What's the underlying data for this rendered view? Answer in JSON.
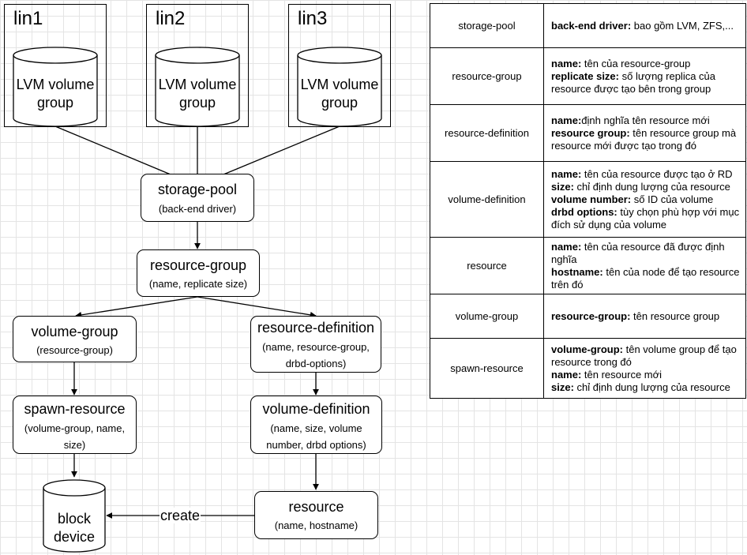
{
  "hosts": [
    {
      "name": "lin1",
      "vg": "LVM volume group"
    },
    {
      "name": "lin2",
      "vg": "LVM volume group"
    },
    {
      "name": "lin3",
      "vg": "LVM volume group"
    }
  ],
  "flow": {
    "storage_pool": {
      "title": "storage-pool",
      "sub": "(back-end driver)"
    },
    "resource_group": {
      "title": "resource-group",
      "sub": "(name, replicate size)"
    },
    "volume_group": {
      "title": "volume-group",
      "sub": "(resource-group)"
    },
    "resource_definition": {
      "title": "resource-definition",
      "sub1": "(name, resource-group,",
      "sub2": "drbd-options)"
    },
    "spawn_resource": {
      "title": "spawn-resource",
      "sub1": "(volume-group, name,",
      "sub2": "size)"
    },
    "volume_definition": {
      "title": "volume-definition",
      "sub1": "(name, size, volume",
      "sub2": "number, drbd options)"
    },
    "resource": {
      "title": "resource",
      "sub": "(name, hostname)"
    },
    "block_device": {
      "line1": "block",
      "line2": "device"
    },
    "create_label": "create"
  },
  "table": [
    {
      "key": "storage-pool",
      "lines": [
        {
          "b": "back-end driver:",
          "t": " bao gồm LVM, ZFS,..."
        }
      ]
    },
    {
      "key": "resource-group",
      "lines": [
        {
          "b": "name:",
          "t": " tên của resource-group"
        },
        {
          "b": "replicate size:",
          "t": " số lượng replica của resource được tạo bên trong group"
        }
      ]
    },
    {
      "key": "resource-definition",
      "lines": [
        {
          "b": "name:",
          "t": "định nghĩa tên resource mới"
        },
        {
          "b": "resource group:",
          "t": " tên resource group mà resource mới được tạo trong đó"
        }
      ]
    },
    {
      "key": "volume-definition",
      "lines": [
        {
          "b": "name:",
          "t": " tên của resource được tạo ở RD"
        },
        {
          "b": "size:",
          "t": " chỉ định dung lượng của resource"
        },
        {
          "b": "volume number:",
          "t": " số ID của volume"
        },
        {
          "b": "drbd options:",
          "t": " tùy chọn phù hợp với mục đích sử dụng của volume"
        }
      ]
    },
    {
      "key": "resource",
      "lines": [
        {
          "b": "name:",
          "t": " tên của resource đã được định nghĩa"
        },
        {
          "b": "hostname:",
          "t": " tên của node để tạo resource trên đó"
        }
      ]
    },
    {
      "key": "volume-group",
      "lines": [
        {
          "b": "resource-group:",
          "t": " tên resource group"
        }
      ]
    },
    {
      "key": "spawn-resource",
      "lines": [
        {
          "b": "volume-group:",
          "t": " tên volume group để tạo resource trong đó"
        },
        {
          "b": "name:",
          "t": " tên resource mới"
        },
        {
          "b": "size:",
          "t": " chỉ định dung lượng của resource"
        }
      ]
    }
  ]
}
